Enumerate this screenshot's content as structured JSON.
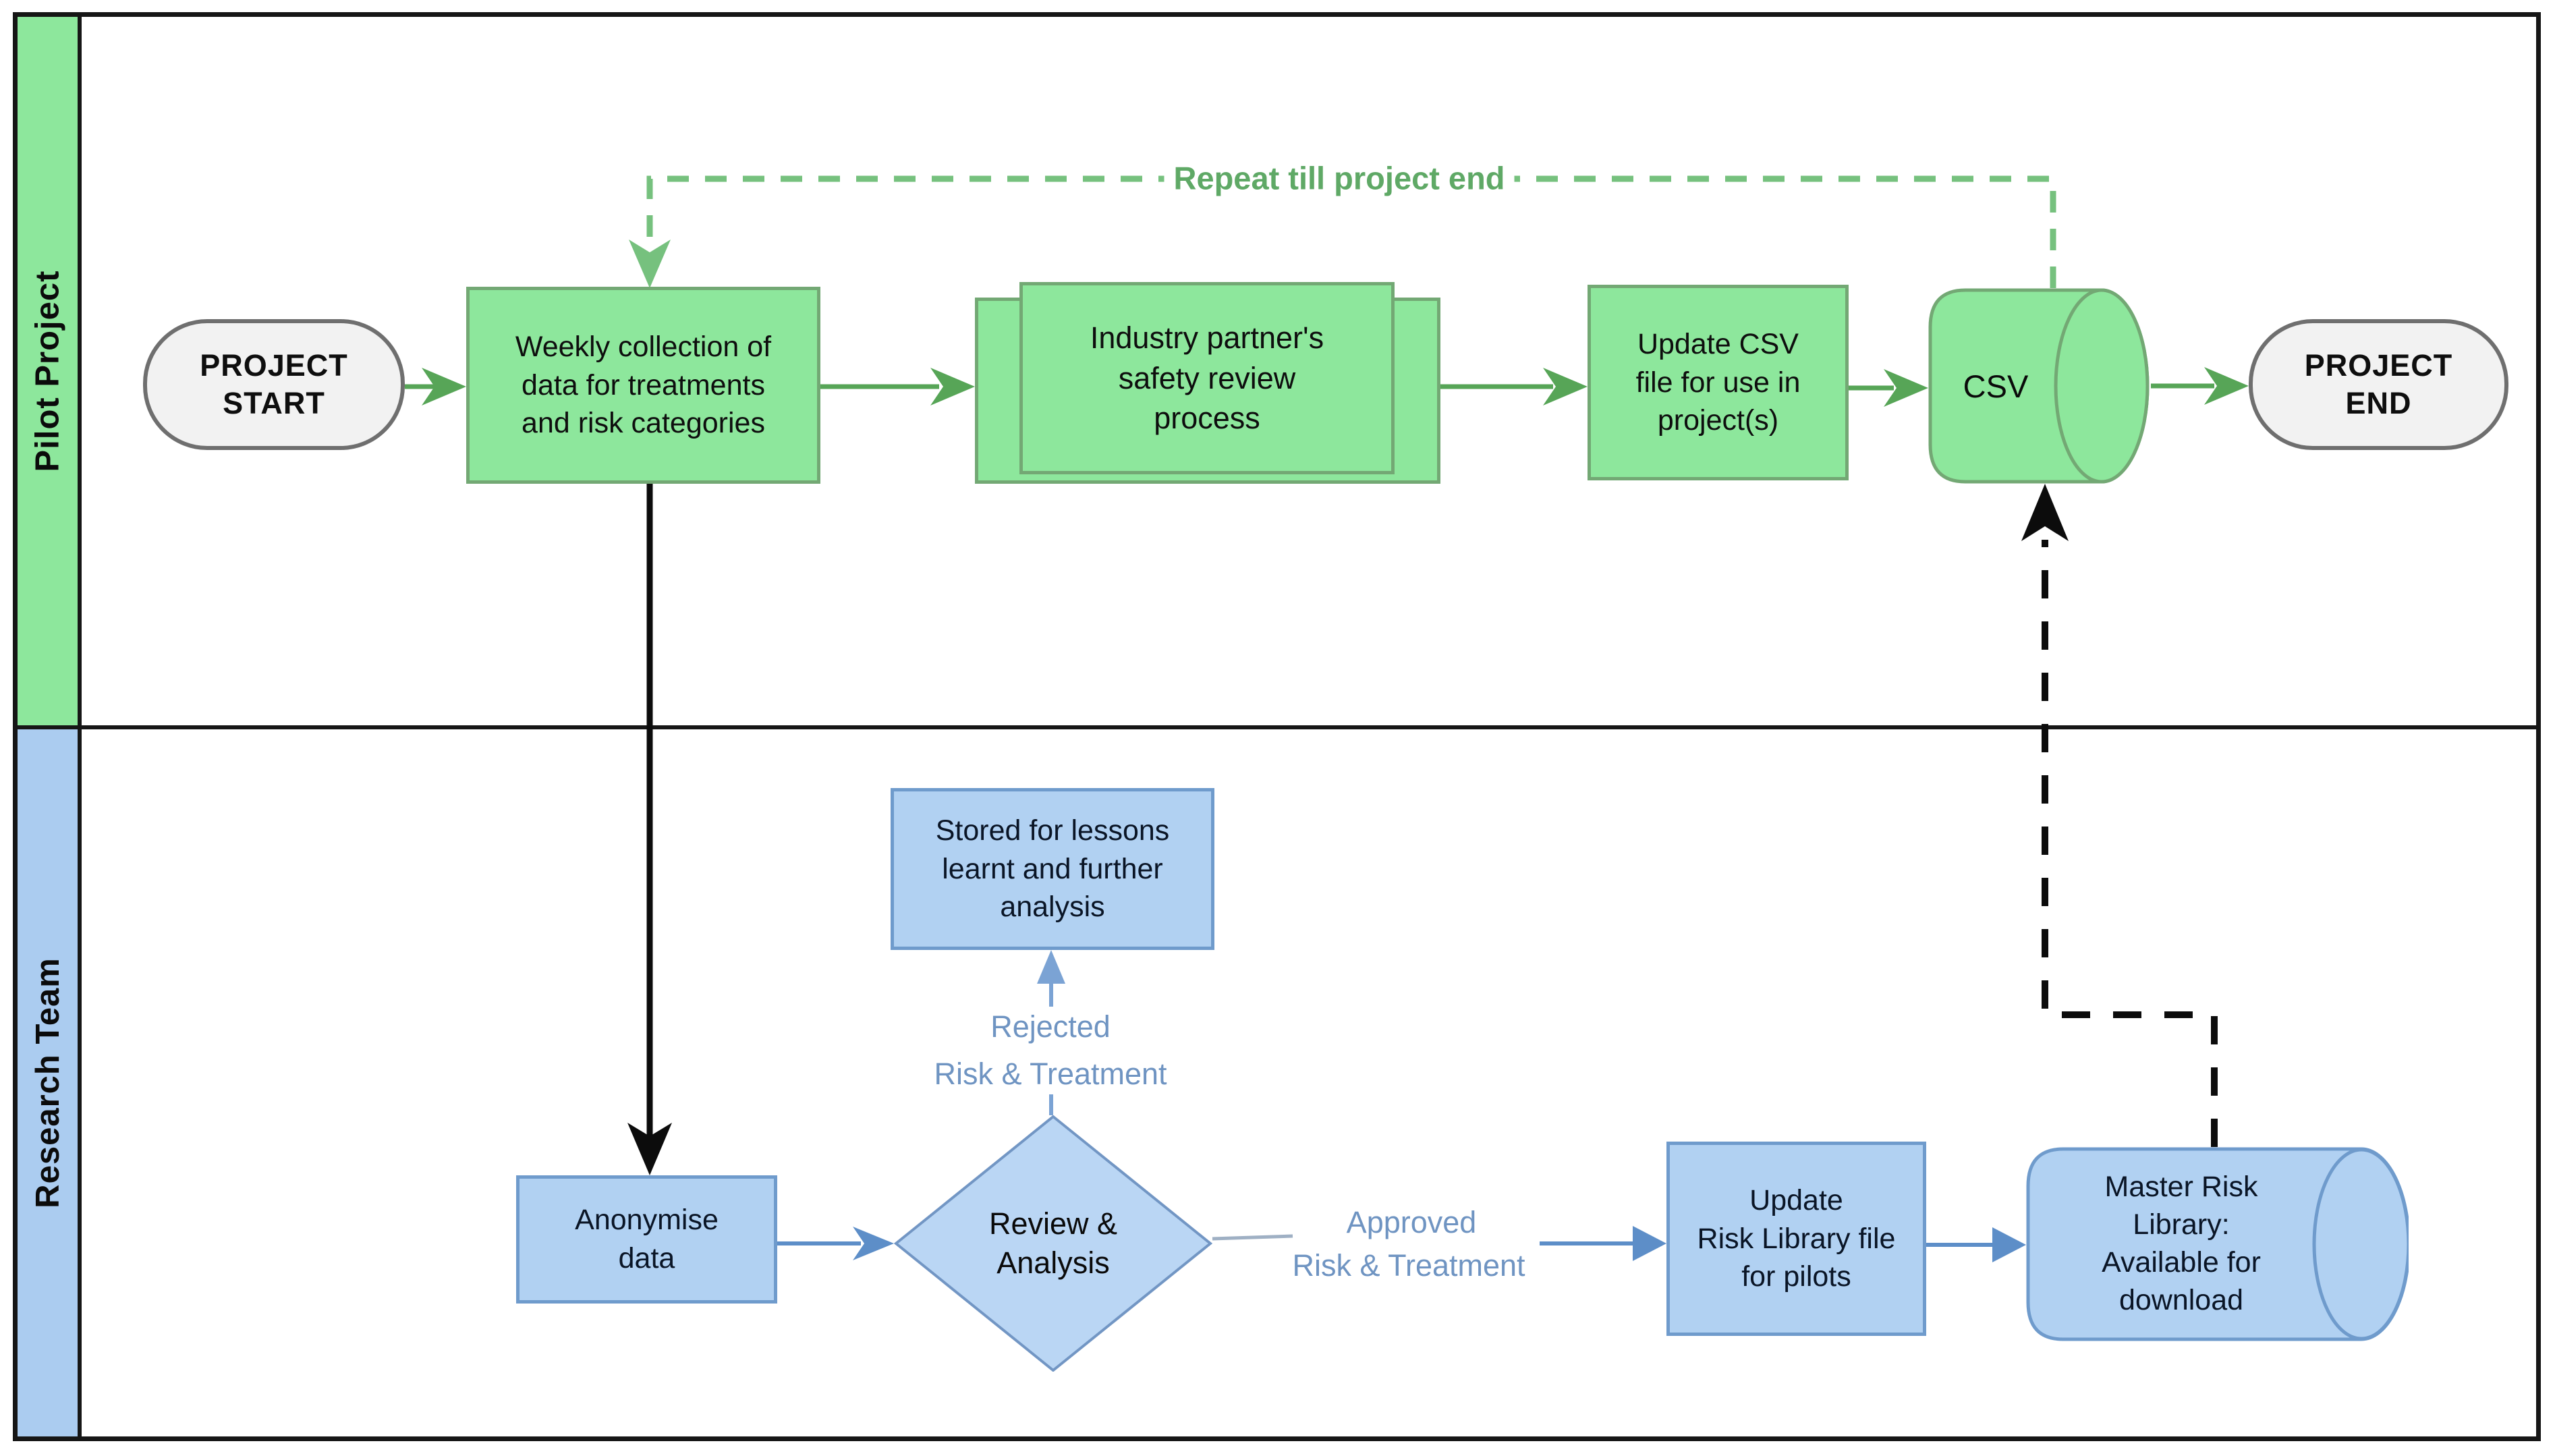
{
  "diagram": {
    "title_hint": "Two-lane process flowchart",
    "lanes": [
      {
        "label": "Pilot Project"
      },
      {
        "label": "Research Team"
      }
    ],
    "pilot": {
      "start": "PROJECT\nSTART",
      "weekly": "Weekly collection of\ndata for treatments\nand risk categories",
      "industry": "Industry partner's\nsafety review\nprocess",
      "update_csv": "Update CSV\nfile for use in\nproject(s)",
      "csv": "CSV",
      "end": "PROJECT\nEND",
      "repeat_label": "Repeat till project end"
    },
    "research": {
      "anonymise": "Anonymise\ndata",
      "review": "Review &\nAnalysis",
      "stored": "Stored for lessons\nlearnt and further\nanalysis",
      "rejected_line1": "Rejected",
      "rejected_line2": "Risk & Treatment",
      "approved_line1": "Approved",
      "approved_line2": "Risk & Treatment",
      "update_library": "Update\nRisk Library file\nfor pilots",
      "master_library": "Master Risk\nLibrary:\nAvailable for\ndownload"
    },
    "colors": {
      "green_fill": "#8de79c",
      "green_border": "#73a874",
      "green_arrow": "#57a557",
      "green_dash": "#76c17e",
      "green_text": "#5fa966",
      "lane_green": "#8de79c",
      "lane_blue": "#abccf0",
      "blue_fill": "#b1d1f2",
      "blue_border": "#6f9bcc",
      "blue_arrow": "#5d8ec8",
      "blue_light_arrow": "#7ba3d4",
      "blue_label": "#6f94c2",
      "gray_line": "#9fb0c4",
      "node_gray": "#f2f2f2",
      "gray_border": "#6f6f6f"
    }
  }
}
